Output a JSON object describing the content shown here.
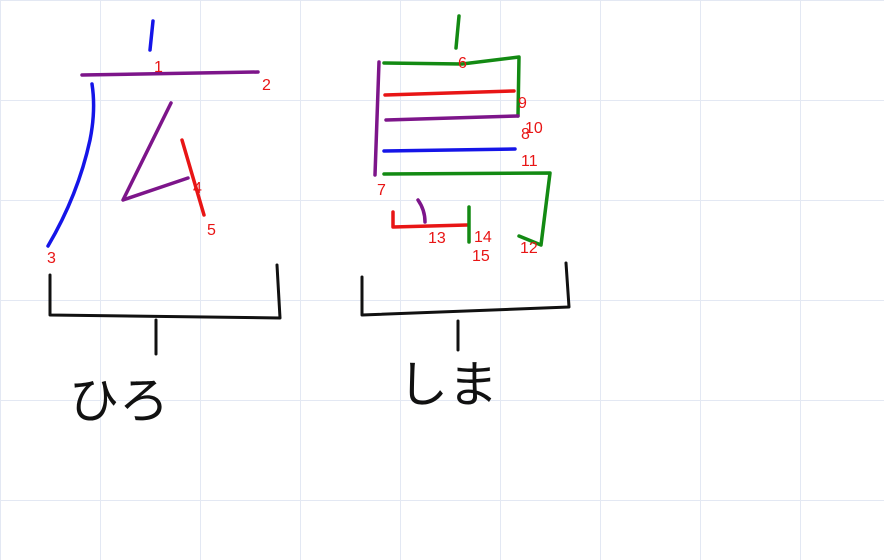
{
  "colors": {
    "purple": "#7d158a",
    "blue": "#1515e8",
    "red": "#e81515",
    "green": "#138a13",
    "black": "#111111",
    "number_red": "#e81515",
    "grid": "#e3e8f3"
  },
  "kanji_1": {
    "stroke_numbers": [
      "1",
      "2",
      "3",
      "4",
      "5"
    ],
    "reading": "ひろ"
  },
  "kanji_2": {
    "stroke_numbers": [
      "6",
      "7",
      "8",
      "9",
      "10",
      "11",
      "12",
      "13",
      "14",
      "15"
    ],
    "reading": "しま"
  }
}
